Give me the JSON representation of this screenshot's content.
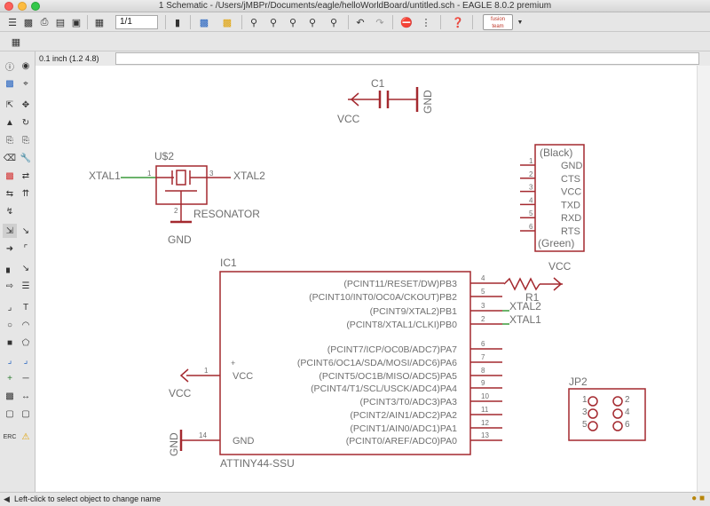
{
  "window": {
    "title": "1 Schematic - /Users/jMBPr/Documents/eagle/helloWorldBoard/untitled.sch - EAGLE 8.0.2 premium"
  },
  "toolbar": {
    "sheet_value": "1/1",
    "logo_line1": "fusion",
    "logo_line2": "team"
  },
  "command_bar": {
    "coordinate": "0.1 inch (1.2 4.8)",
    "command_value": ""
  },
  "schematic": {
    "c1": {
      "name": "C1",
      "gnd": "GND",
      "vcc": "VCC"
    },
    "us2": {
      "name": "U$2",
      "value": "RESONATOR",
      "net_left": "XTAL1",
      "net_right": "XTAL2",
      "pin1": "1",
      "pin2": "2",
      "pin3": "3",
      "gnd": "GND"
    },
    "header": {
      "top": "(Black)",
      "bottom": "(Green)",
      "pins": [
        {
          "num": "1",
          "name": "GND"
        },
        {
          "num": "2",
          "name": "CTS"
        },
        {
          "num": "3",
          "name": "VCC"
        },
        {
          "num": "4",
          "name": "TXD"
        },
        {
          "num": "5",
          "name": "RXD"
        },
        {
          "num": "6",
          "name": "RTS"
        }
      ]
    },
    "ic1": {
      "name": "IC1",
      "value": "ATTINY44-SSU",
      "left_pins": [
        {
          "num": "1",
          "name": "VCC",
          "mark": "+",
          "net": "VCC"
        },
        {
          "num": "14",
          "name": "GND",
          "net": "GND"
        }
      ],
      "right_pins": [
        {
          "num": "4",
          "name": "(PCINT11/RESET/DW)PB3"
        },
        {
          "num": "5",
          "name": "(PCINT10/INT0/OC0A/CKOUT)PB2"
        },
        {
          "num": "3",
          "name": "(PCINT9/XTAL2)PB1"
        },
        {
          "num": "2",
          "name": "(PCINT8/XTAL1/CLKI)PB0"
        },
        {
          "num": "6",
          "name": "(PCINT7/ICP/OC0B/ADC7)PA7"
        },
        {
          "num": "7",
          "name": "(PCINT6/OC1A/SDA/MOSI/ADC6)PA6"
        },
        {
          "num": "8",
          "name": "(PCINT5/OC1B/MISO/ADC5)PA5"
        },
        {
          "num": "9",
          "name": "(PCINT4/T1/SCL/USCK/ADC4)PA4"
        },
        {
          "num": "10",
          "name": "(PCINT3/T0/ADC3)PA3"
        },
        {
          "num": "11",
          "name": "(PCINT2/AIN1/ADC2)PA2"
        },
        {
          "num": "12",
          "name": "(PCINT1/AIN0/ADC1)PA1"
        },
        {
          "num": "13",
          "name": "(PCINT0/AREF/ADC0)PA0"
        }
      ]
    },
    "r1": {
      "name": "R1",
      "vcc": "VCC"
    },
    "nets": {
      "xtal2": "XTAL2",
      "xtal1": "XTAL1"
    },
    "jp2": {
      "name": "JP2",
      "pins": [
        "1",
        "2",
        "3",
        "4",
        "5",
        "6"
      ]
    }
  },
  "status": {
    "message": "Left-click to select object to change name"
  },
  "colors": {
    "symbol": "#a4292f",
    "text": "#6f6f6f",
    "net": "#3a9a3a"
  }
}
